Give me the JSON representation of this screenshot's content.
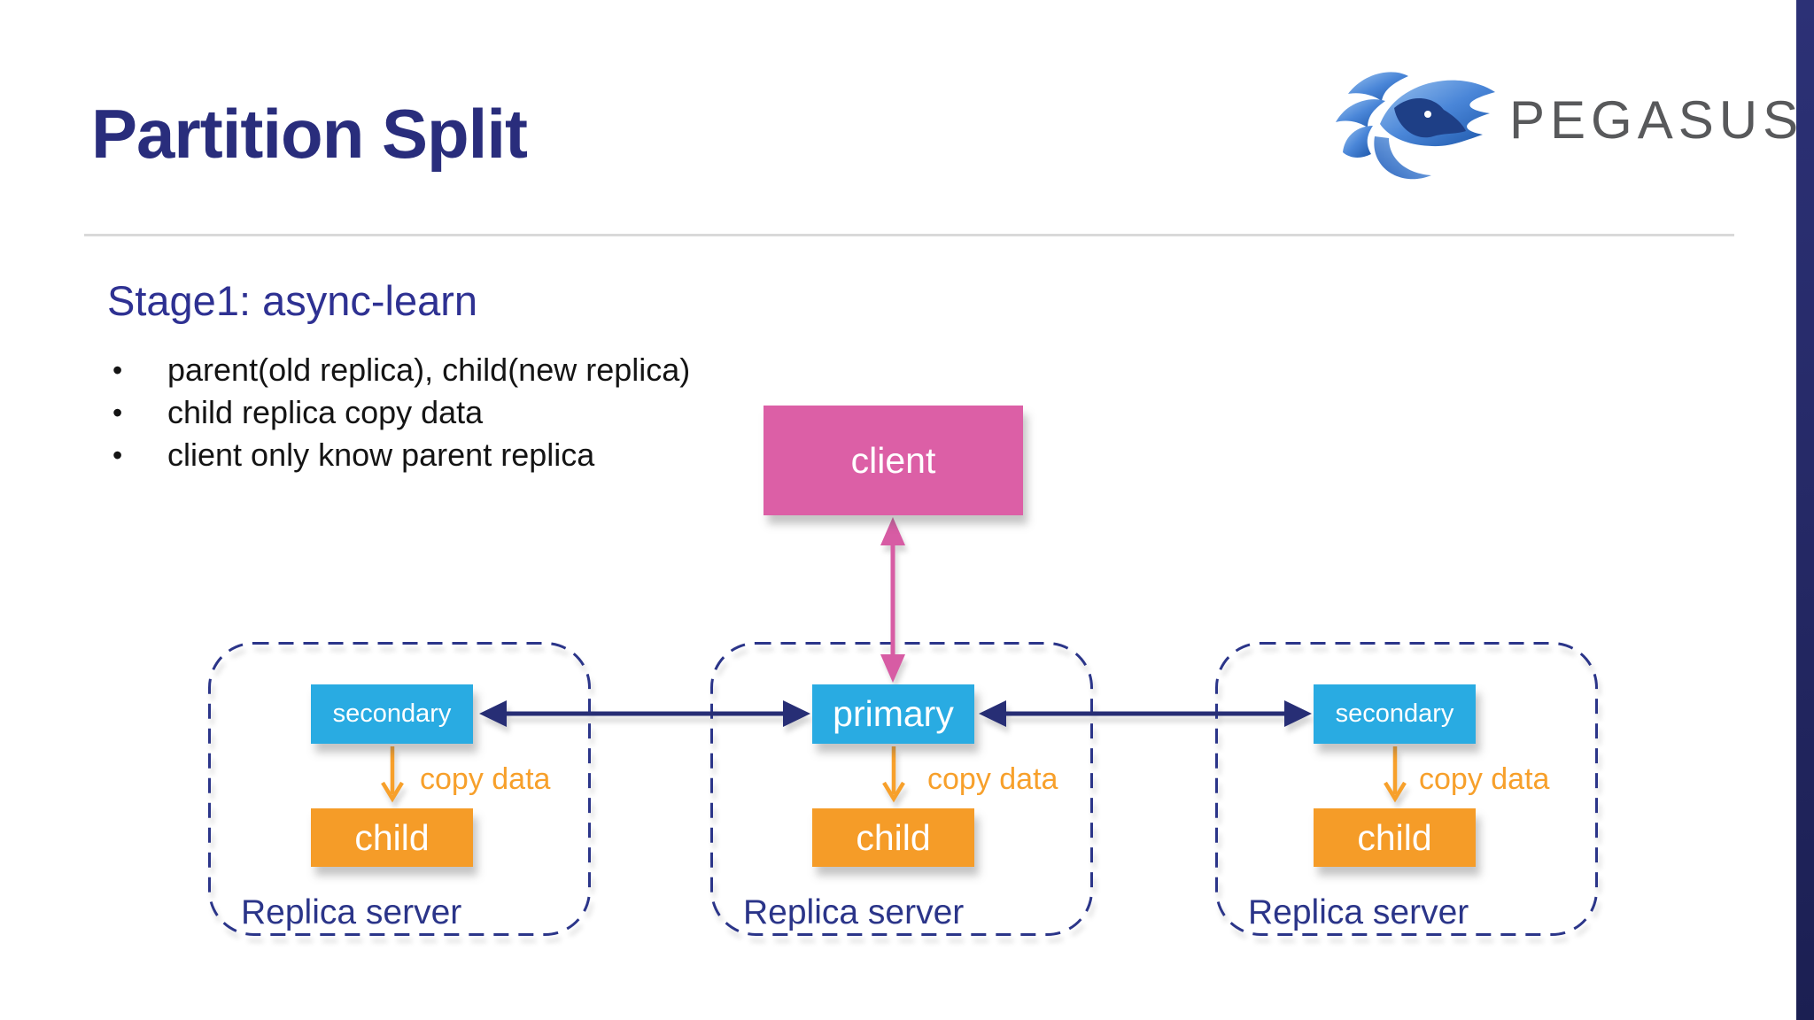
{
  "slide": {
    "title": "Partition Split",
    "logo_text": "PEGASUS",
    "heading": "Stage1: async-learn",
    "bullets": [
      "parent(old replica), child(new replica)",
      "child replica copy data",
      "client only know parent replica"
    ]
  },
  "diagram": {
    "client_label": "client",
    "groups": [
      {
        "container_label": "Replica server",
        "top_box_label": "secondary",
        "bottom_box_label": "child",
        "arrow_label": "copy data"
      },
      {
        "container_label": "Replica server",
        "top_box_label": "primary",
        "bottom_box_label": "child",
        "arrow_label": "copy data"
      },
      {
        "container_label": "Replica server",
        "top_box_label": "secondary",
        "bottom_box_label": "child",
        "arrow_label": "copy data"
      }
    ]
  },
  "colors": {
    "title_navy": "#292D7C",
    "heading_blue": "#2E3192",
    "body_text": "#141414",
    "cyan_box": "#29ABE2",
    "orange_box": "#F59C28",
    "orange_accent": "#F7A02B",
    "pink_box": "#DC5FA6",
    "pink_arrow": "#D75CA4",
    "navy_arrow": "#272E75",
    "dashed_border": "#2B3589",
    "divider_gray": "#D9D9D9",
    "logo_text_gray": "#58595B",
    "edge_bar_navy": "#262A68"
  }
}
